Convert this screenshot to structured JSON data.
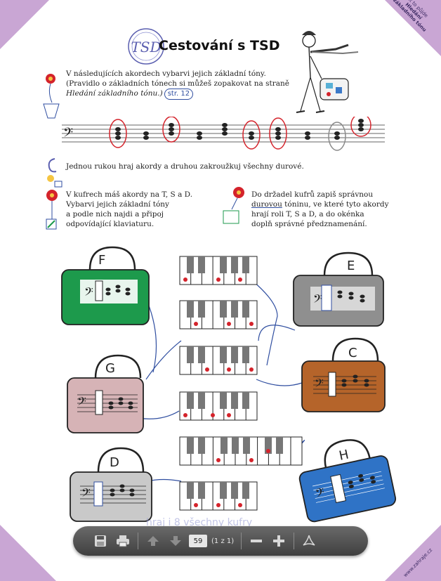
{
  "page": {
    "title": "Cestování s TSD",
    "corner_tag": [
      "ať to půjde",
      "Hledání",
      "základního tónu"
    ],
    "corner_web": "www.zahraje.cz",
    "logo_letters": "TSD",
    "instr1_line1": "V následujících akordech vybarvi jejich základní tóny.",
    "instr1_line2": "(Pravidlo o základních tónech si můžeš zopakovat na straně",
    "instr1_line3": "Hledání základního tónu.)",
    "str_ref": "str. 12",
    "instr2": "Jednou rukou hraj akordy a druhou zakroužkuj všechny durové.",
    "instr3": [
      "V kufrech máš akordy na T, S a D.",
      "Vybarvi jejich základní tóny",
      "a podle nich najdi a připoj",
      "odpovídající klaviaturu."
    ],
    "instr4_line1": "Do držadel kufrů zapiš správnou",
    "instr4_word": "durovou",
    "instr4_rest": " tóninu, ve které tyto akordy",
    "instr4_line3": "hrají roli T, S a D, a do okénka",
    "instr4_line4": "doplň správné předznamenání.",
    "suitcases": [
      {
        "letter": "F",
        "color": "#1d9a4c"
      },
      {
        "letter": "G",
        "color": "#d6b3b6"
      },
      {
        "letter": "D",
        "color": "#c9c9c9"
      },
      {
        "letter": "E",
        "color": "#8f8f8f"
      },
      {
        "letter": "C",
        "color": "#b5642a"
      },
      {
        "letter": "H",
        "color": "#2f73c6"
      }
    ],
    "watermark": "hraj i 8 všechny kufry"
  },
  "toolbar": {
    "page_number": "59",
    "page_count": "(1 z 1)"
  },
  "colors": {
    "accent": "#c9a6d4",
    "ink_blue": "#2f4ea0",
    "red": "#d4232b"
  }
}
